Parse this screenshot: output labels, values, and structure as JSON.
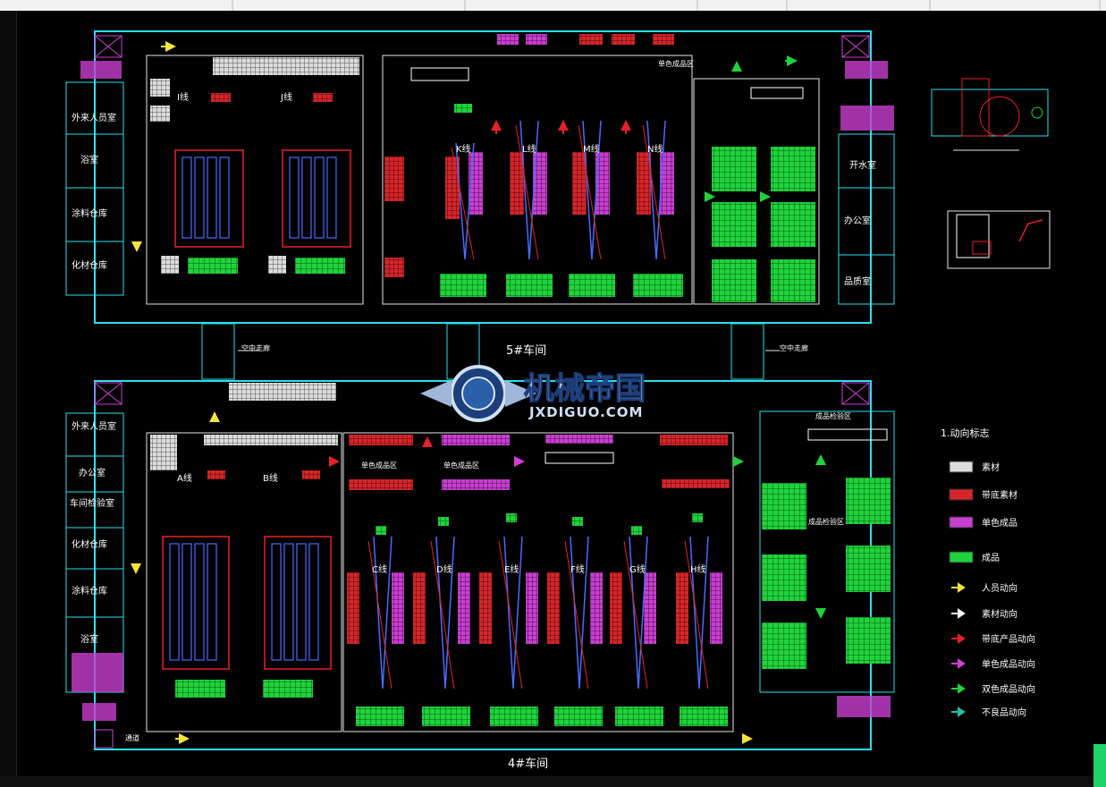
{
  "colors": {
    "background": "#000000",
    "wall": "#29e0ee",
    "raw_material": "#dcdcdc",
    "frame_material": "#d4262b",
    "single_color_product": "#c93fd0",
    "finished_product": "#1fd33c",
    "yellow_arrow": "#f3e43a",
    "white_arrow": "#ffffff",
    "red_arrow": "#e5202a",
    "magenta_arrow": "#d23fd8",
    "green_arrow": "#1fd33c",
    "teal_arrow": "#1cc6a0"
  },
  "workshops": {
    "top_caption": "5#车间",
    "bottom_caption": "4#车间",
    "sky_corridor_left": "空中走廊",
    "sky_corridor_right": "空中走廊"
  },
  "top_rooms": {
    "r1": "外来人员室",
    "r2": "浴室",
    "r3": "涂料仓库",
    "r4": "化材仓库",
    "right1": "开水室",
    "right2": "办公室",
    "right3": "品质室",
    "zone_label": "单色成品区"
  },
  "bottom_rooms": {
    "r1": "外来人员室",
    "r2": "办公室",
    "r3": "车间检验室",
    "r4": "化材仓库",
    "r5": "涂料仓库",
    "r6": "浴室",
    "exit": "通道",
    "finished_zone": "成品检验区",
    "zone_a": "单色成品区",
    "zone_b": "单色成品区",
    "zone_c": "成品检验区"
  },
  "top_lines": {
    "I": "I线",
    "J": "J线",
    "K": "K线",
    "L": "L线",
    "M": "M线",
    "N": "N线"
  },
  "bottom_lines": {
    "A": "A线",
    "B": "B线",
    "C": "C线",
    "D": "D线",
    "E": "E线",
    "F": "F线",
    "G": "G线",
    "H": "H线"
  },
  "watermark": {
    "main": "机械帝国",
    "sub": "JXDIGUO.COM"
  },
  "legend": {
    "title": "1.动向标志",
    "items": [
      {
        "label": "素材",
        "kind": "box",
        "color": "#dcdcdc"
      },
      {
        "label": "带底素材",
        "kind": "box",
        "color": "#d4262b"
      },
      {
        "label": "单色成品",
        "kind": "box",
        "color": "#c93fd0"
      },
      {
        "label": "成品",
        "kind": "box",
        "color": "#1fd33c"
      },
      {
        "label": "人员动向",
        "kind": "arrow",
        "color": "#f3e43a"
      },
      {
        "label": "素材动向",
        "kind": "arrow",
        "color": "#ffffff"
      },
      {
        "label": "带底产品动向",
        "kind": "arrow",
        "color": "#e5202a"
      },
      {
        "label": "单色成品动向",
        "kind": "arrow",
        "color": "#d23fd8"
      },
      {
        "label": "双色成品动向",
        "kind": "arrow",
        "color": "#1fd33c"
      },
      {
        "label": "不良品动向",
        "kind": "arrow",
        "color": "#1cc6a0"
      }
    ]
  },
  "icons": [
    "machine-icon",
    "arrow-icon",
    "gear-logo-icon"
  ]
}
